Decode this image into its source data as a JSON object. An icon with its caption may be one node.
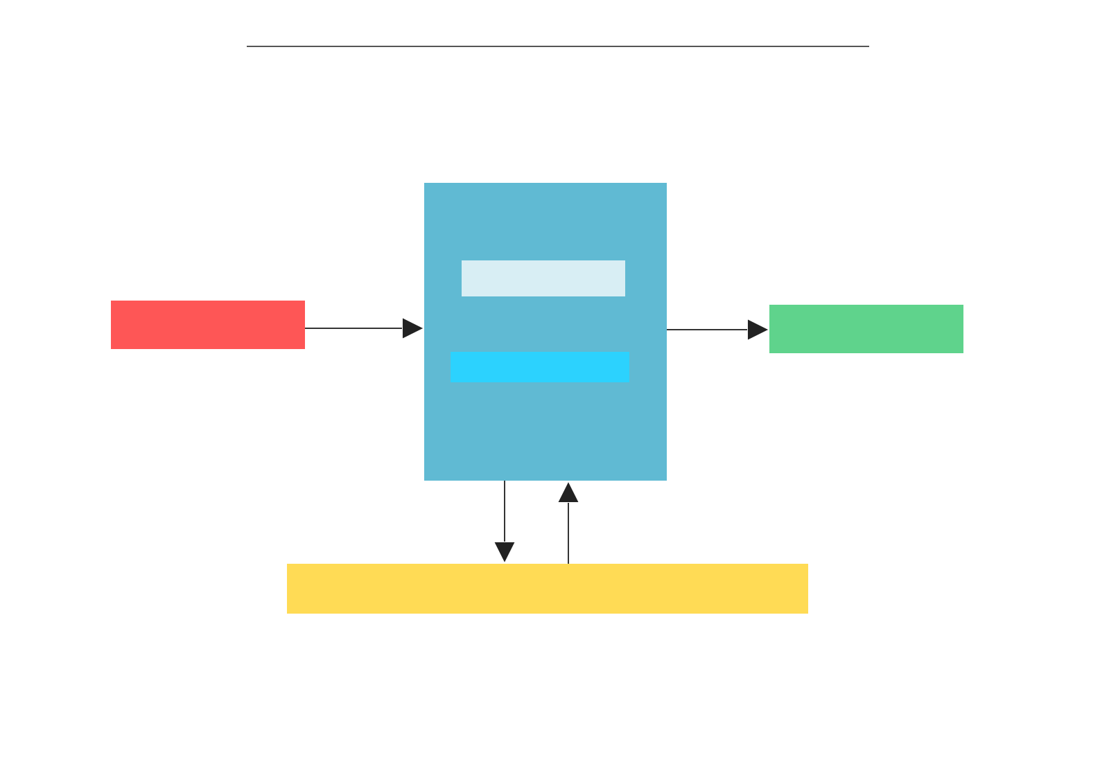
{
  "diagram": {
    "nodes": [
      {
        "text": [],
        "shape": "box"
      },
      {
        "text": [],
        "shape": "box"
      },
      {
        "text": [],
        "shape": "box",
        "in": 1
      },
      {
        "text": [],
        "shape": "box",
        "in": 1
      },
      {
        "text": [],
        "shape": "box"
      },
      {
        "text": [],
        "shape": "box"
      }
    ],
    "edges": [
      {
        "from": 0,
        "to": 1,
        "arrow": "to"
      },
      {
        "from": 1,
        "to": 4,
        "arrow": "to"
      },
      {
        "from": 1,
        "to": 5,
        "arrow": "to"
      },
      {
        "from": 5,
        "to": 1,
        "arrow": "to"
      }
    ]
  }
}
